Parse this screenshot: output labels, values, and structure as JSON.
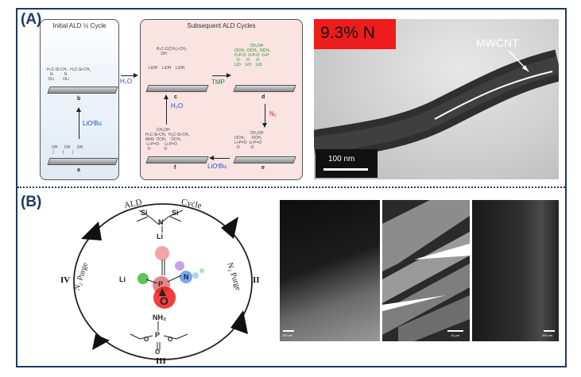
{
  "panel_a": {
    "label": "(A)",
    "left_box_title": "Initial ALD ½ Cycle",
    "right_box_title": "Subsequent ALD Cycles",
    "reagents": {
      "water_1": "H₂O",
      "lithium_tbutoxide_1": "LiOᵗBu",
      "tmp": "TMP",
      "nitrogen": "N₂",
      "water_2": "H₂O",
      "lithium_tbutoxide_2": "LiOᵗBu"
    },
    "step_letters": [
      "a",
      "b",
      "c",
      "d",
      "e",
      "f"
    ],
    "tem": {
      "badge": "9.3% N",
      "annotation": "MWCNT",
      "scale_bar": "100 nm"
    },
    "colors": {
      "water": "#1f4fd1",
      "tmp": "#1c8a1c",
      "nitrogen": "#cc2222",
      "lithium": "#1f4fd1",
      "badge_bg": "#ee1c1c",
      "frame": "#1f3864"
    }
  },
  "panel_b": {
    "label": "(B)",
    "cycle_title_left": "ALD",
    "cycle_title_right": "Cycle",
    "steps": {
      "step_II": "II",
      "step_III": "III",
      "step_IV": "IV",
      "purge_right": "N₂ Purge",
      "purge_left": "N₂ Purge"
    },
    "atoms": {
      "si_left": "Si",
      "si_right": "Si",
      "n_top": "N",
      "li_top": "Li",
      "p_center": "P",
      "n_center": "N",
      "o_center": "O",
      "li_center": "Li",
      "nh2": "NH₂",
      "p_bottom": "P",
      "o_bottom": "O",
      "o_bottom_left": "O",
      "o_bottom_right": "O"
    },
    "sem_scale_bars": [
      "200 nm",
      "10 μm",
      "200 nm"
    ]
  }
}
